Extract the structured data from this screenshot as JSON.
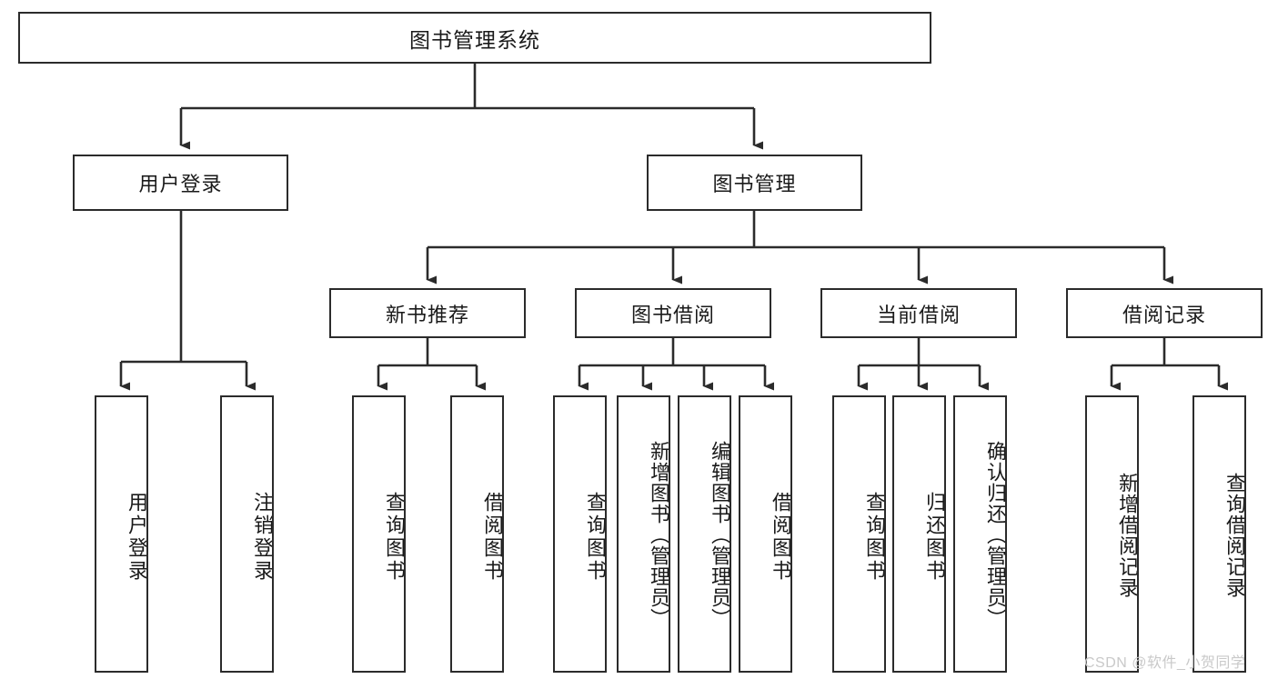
{
  "diagram": {
    "type": "hierarchy-tree",
    "title": "图书管理系统",
    "watermark": "CSDN @软件_小贺同学",
    "colors": {
      "box_border": "#2b2b2b",
      "box_fill": "#ffffff",
      "connector": "#2b2b2b",
      "text": "#1a1a1a",
      "watermark": "#c9c9c9"
    },
    "nodes": {
      "root": {
        "label": "图书管理系统"
      },
      "level2": [
        {
          "label": "用户登录"
        },
        {
          "label": "图书管理"
        }
      ],
      "level3": [
        {
          "label": "新书推荐"
        },
        {
          "label": "图书借阅"
        },
        {
          "label": "当前借阅"
        },
        {
          "label": "借阅记录"
        }
      ],
      "leaves_user_login": [
        {
          "label": "用户登录"
        },
        {
          "label": "注销登录"
        }
      ],
      "leaves_new_book": [
        {
          "label": "查询图书"
        },
        {
          "label": "借阅图书"
        }
      ],
      "leaves_borrow": [
        {
          "label": "查询图书"
        },
        {
          "label": "新增图书（管理员）"
        },
        {
          "label": "编辑图书（管理员）"
        },
        {
          "label": "借阅图书"
        }
      ],
      "leaves_current": [
        {
          "label": "查询图书"
        },
        {
          "label": "归还图书"
        },
        {
          "label": "确认归还（管理员）"
        }
      ],
      "leaves_records": [
        {
          "label": "新增借阅记录"
        },
        {
          "label": "查询借阅记录"
        }
      ]
    }
  }
}
